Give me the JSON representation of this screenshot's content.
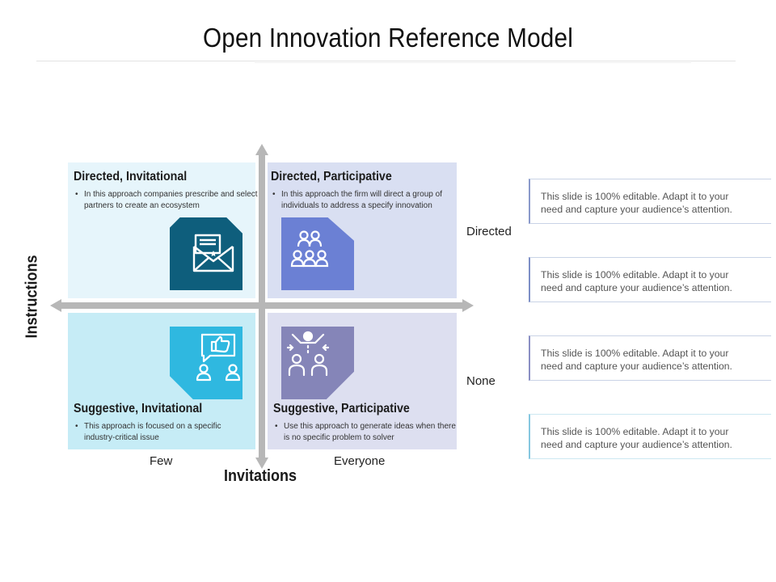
{
  "title": "Open Innovation  Reference Model",
  "colors": {
    "tl_bg": "#e6f5fb",
    "tr_bg": "#d9dff2",
    "bl_bg": "#c6ecf6",
    "br_bg": "#dddff0",
    "tile_tl": "#0e5e7c",
    "tile_tr": "#6b80d4",
    "tile_bl": "#2fb8e0",
    "tile_br": "#8585b8",
    "axis": "#b7b7b7"
  },
  "quadrants": {
    "tl": {
      "heading": "Directed, Invitational",
      "bullet": "In this approach companies prescribe and select partners to create an ecosystem",
      "icon": "envelope-letter-icon"
    },
    "tr": {
      "heading": "Directed, Participative",
      "bullet": "In this approach the firm will direct a group of individuals  to address a specify innovation",
      "icon": "group-people-icon"
    },
    "bl": {
      "heading": "Suggestive, Invitational",
      "bullet": "This approach is focused on a specific industry-critical  issue",
      "icon": "thumbs-up-chat-icon"
    },
    "br": {
      "heading": "Suggestive, Participative",
      "bullet": "Use this approach to generate ideas when there is no specific  problem to solver",
      "icon": "brainstorm-people-icon"
    }
  },
  "axes": {
    "x_title": "Invitations",
    "y_title": "Instructions",
    "x_left": "Few",
    "x_right": "Everyone",
    "y_top": "Directed",
    "y_bottom": "None"
  },
  "notes": [
    {
      "line1": "This slide is 100% editable. Adapt it to your",
      "line2": "need and capture your audience’s  attention."
    },
    {
      "line1": "This slide is 100% editable. Adapt it to your",
      "line2": "need and capture your audience’s  attention."
    },
    {
      "line1": "This slide is 100% editable. Adapt it to your",
      "line2": "need and capture your audience’s  attention."
    },
    {
      "line1": "This slide is 100% editable. Adapt it to your",
      "line2": "need and capture your audience’s  attention."
    }
  ]
}
